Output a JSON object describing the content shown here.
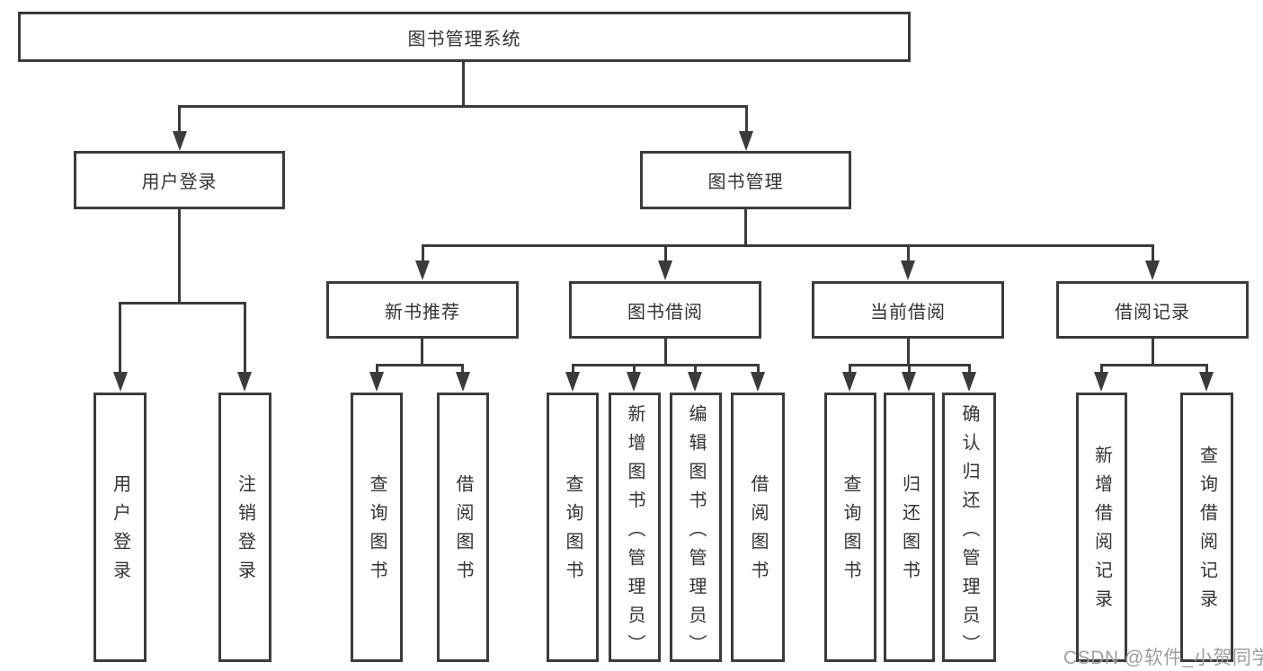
{
  "diagram": {
    "title": "图书管理系统",
    "branches": [
      {
        "label": "用户登录",
        "children": [
          "用户登录",
          "注销登录"
        ]
      },
      {
        "label": "图书管理",
        "sections": [
          {
            "label": "新书推荐",
            "children": [
              "查询图书",
              "借阅图书"
            ]
          },
          {
            "label": "图书借阅",
            "children": [
              "查询图书",
              "新增图书（管理员）",
              "编辑图书（管理员）",
              "借阅图书"
            ]
          },
          {
            "label": "当前借阅",
            "children": [
              "查询图书",
              "归还图书",
              "确认归还（管理员）"
            ]
          },
          {
            "label": "借阅记录",
            "children": [
              "新增借阅记录",
              "查询借阅记录"
            ]
          }
        ]
      }
    ]
  },
  "watermark": {
    "text": "CSDN @软件_小贺同学"
  },
  "colors": {
    "line": "#3b3b3b",
    "text": "#333333",
    "background": "#ffffff",
    "watermark": "#9e9e9e"
  }
}
